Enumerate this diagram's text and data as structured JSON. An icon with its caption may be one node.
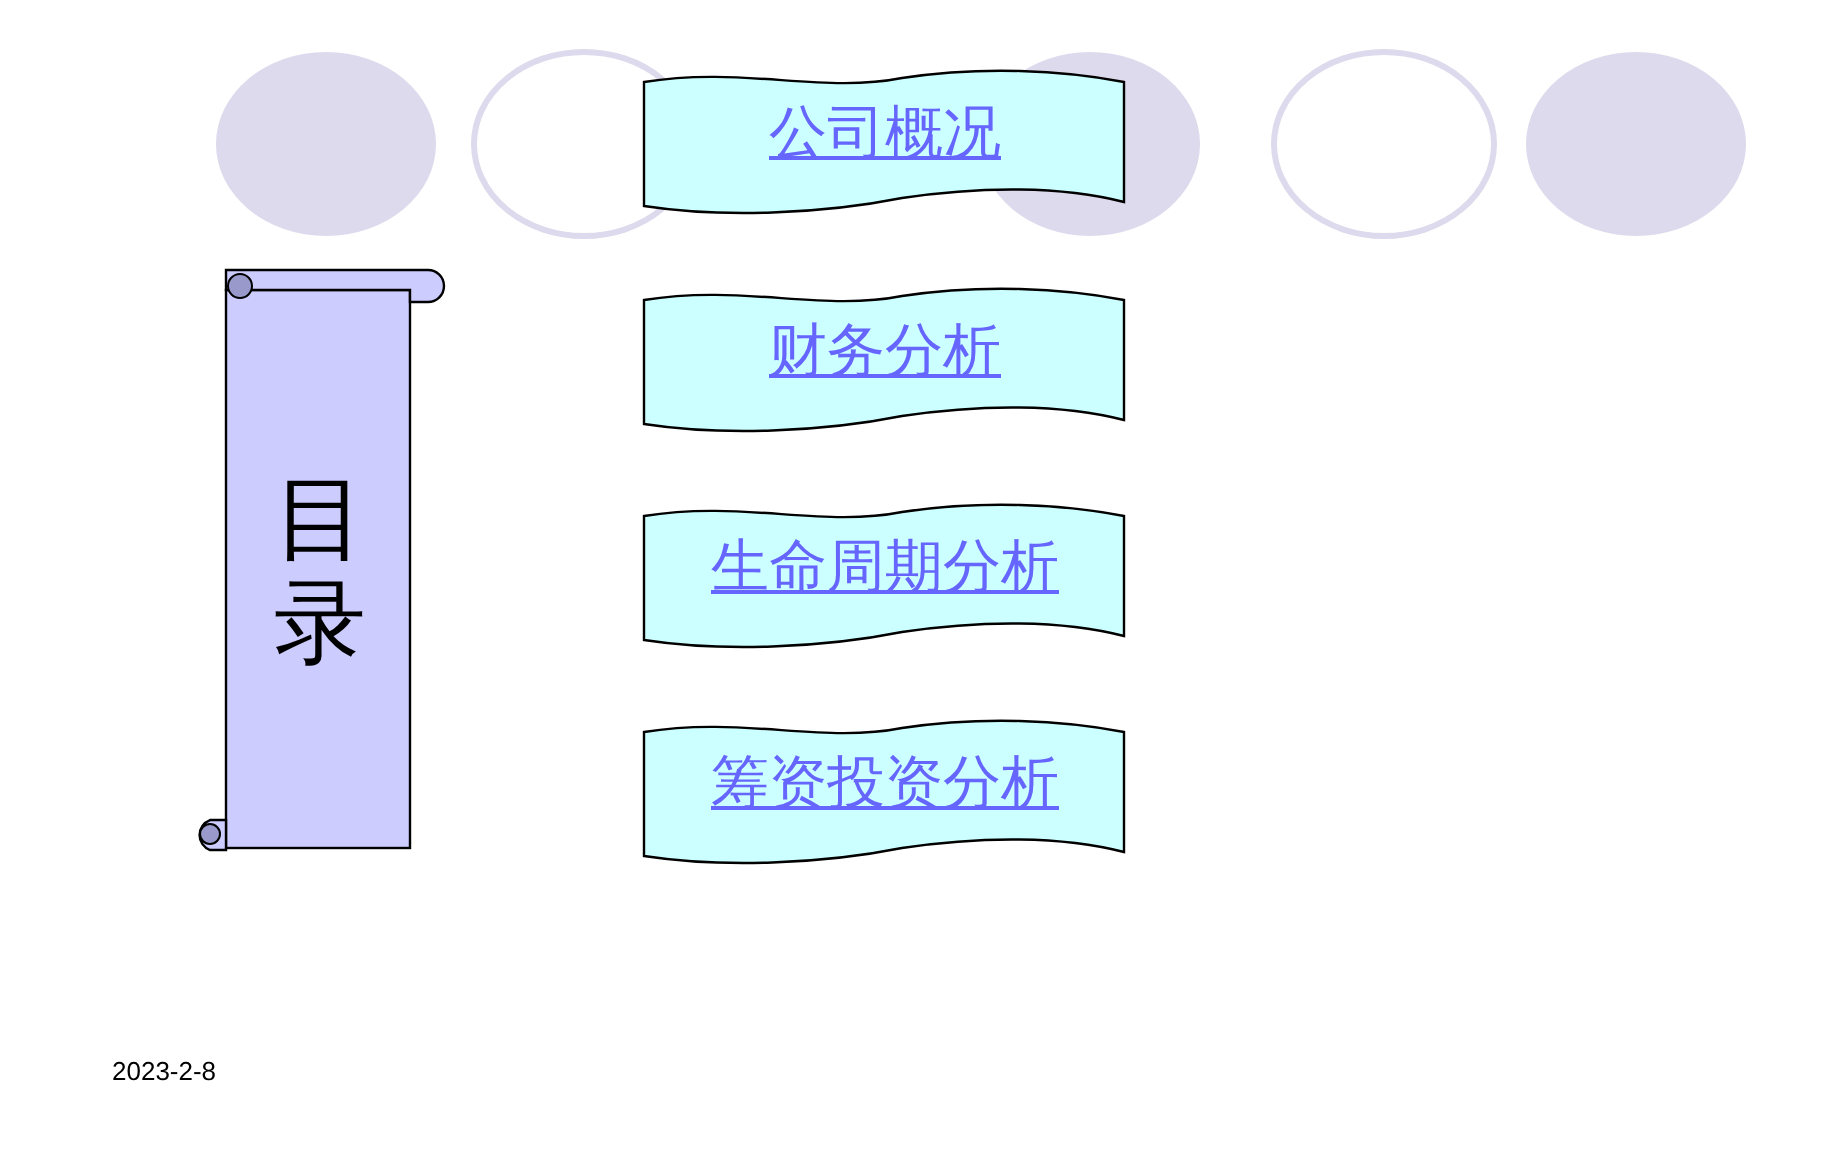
{
  "diagram": {
    "nodes": [
      {
        "text": [
          "目录"
        ]
      },
      {
        "text": [
          "公司概况"
        ]
      },
      {
        "text": [
          "财务分析"
        ]
      },
      {
        "text": [
          "生命周期分析"
        ]
      },
      {
        "text": [
          "筹资投资分析"
        ]
      }
    ],
    "labels": [
      "2023-2-8"
    ]
  }
}
